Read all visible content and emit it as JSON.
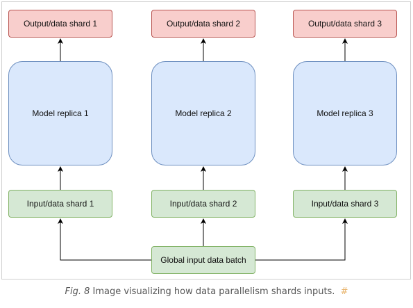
{
  "diagram": {
    "outputs": [
      {
        "label": "Output/data shard 1"
      },
      {
        "label": "Output/data shard 2"
      },
      {
        "label": "Output/data shard 3"
      }
    ],
    "models": [
      {
        "label": "Model replica 1"
      },
      {
        "label": "Model replica 2"
      },
      {
        "label": "Model replica 3"
      }
    ],
    "inputs": [
      {
        "label": "Input/data shard 1"
      },
      {
        "label": "Input/data shard 2"
      },
      {
        "label": "Input/data shard 3"
      }
    ],
    "global_batch": {
      "label": "Global input data batch"
    }
  },
  "caption": {
    "fig_label": "Fig. 8",
    "text": "Image visualizing how data parallelism shards inputs.",
    "anchor": "#"
  },
  "colors": {
    "output_fill": "#f8cecc",
    "output_border": "#b85450",
    "model_fill": "#dae8fc",
    "model_border": "#6c8ebf",
    "input_fill": "#d5e8d4",
    "input_border": "#82b366",
    "arrow": "#000000"
  }
}
